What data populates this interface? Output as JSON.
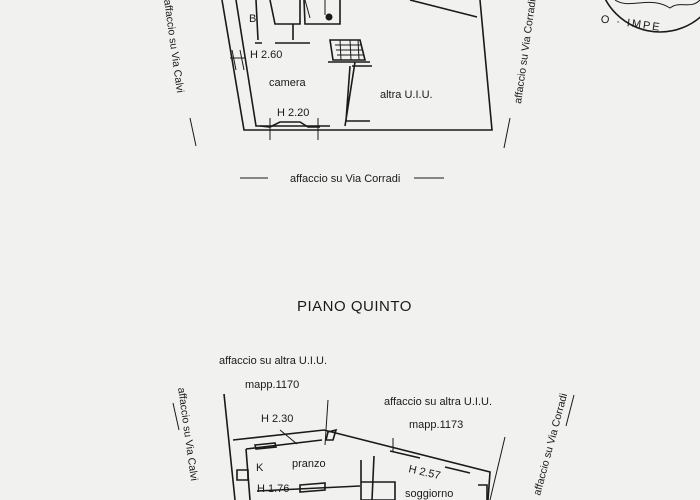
{
  "upper_plan": {
    "labels": {
      "room_b": "B",
      "height_1": "H 2.60",
      "room_camera": "camera",
      "height_2": "H 2.20",
      "other_unit": "altra U.I.U."
    },
    "facing_left": "affaccio su Via Calvi",
    "facing_right": "affaccio su Via Corradi",
    "facing_bottom": "affaccio su Via Corradi"
  },
  "section_title": "PIANO QUINTO",
  "lower_plan": {
    "facing_top_left": "affaccio su altra U.I.U.",
    "mapp_left": "mapp.1170",
    "facing_top_right": "affaccio su altra U.I.U.",
    "mapp_right": "mapp.1173",
    "facing_left": "affaccio su Via Calvi",
    "facing_right": "affaccio su Via Corradi",
    "labels": {
      "height_1": "H 2.30",
      "room_k": "K",
      "room_pranzo": "pranzo",
      "height_2": "H 1.76",
      "height_3": "H 2.57",
      "room_soggiorno": "soggiorno"
    }
  },
  "stamp": {
    "text": "O · IMPE"
  }
}
